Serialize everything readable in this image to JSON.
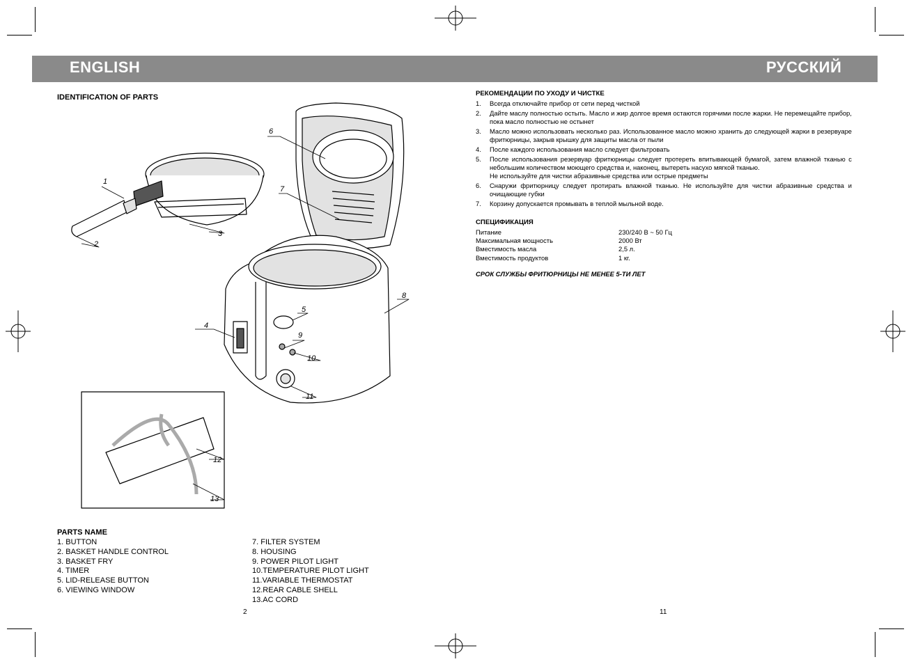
{
  "header": {
    "left_title": "ENGLISH",
    "right_title": "РУССКИЙ"
  },
  "identification": {
    "title": "IDENTIFICATION OF PARTS",
    "callouts": [
      "1",
      "2",
      "3",
      "4",
      "5",
      "6",
      "7",
      "8",
      "9",
      "10",
      "11",
      "12",
      "13"
    ]
  },
  "parts_name": {
    "title": "PARTS NAME",
    "col1": [
      "1. BUTTON",
      "2. BASKET HANDLE CONTROL",
      "3. BASKET FRY",
      "4. TIMER",
      "5. LID-RELEASE BUTTON",
      "6. VIEWING WINDOW"
    ],
    "col2": [
      "7. FILTER SYSTEM",
      "8. HOUSING",
      "9. POWER PILOT LIGHT",
      "10.TEMPERATURE PILOT LIGHT",
      "11.VARIABLE THERMOSTAT",
      "12.REAR CABLE SHELL",
      "13.AC CORD"
    ]
  },
  "care": {
    "title": "РЕКОМЕНДАЦИИ ПО УХОДУ И ЧИСТКЕ",
    "items": [
      {
        "num": "1.",
        "text": "Всегда отключайте прибор от сети перед чисткой"
      },
      {
        "num": "2.",
        "text": "Дайте маслу полностью остыть. Масло и жир долгое время остаются горячими после жарки. Не перемещайте прибор, пока масло полностью не остынет"
      },
      {
        "num": "3.",
        "text": "Масло можно использовать несколько раз. Использованное масло можно хранить до следующей жарки в резервуаре фритюрницы, закрыв крышку для защиты масла от пыли"
      },
      {
        "num": "4.",
        "text": "После каждого использования масло следует фильтровать"
      },
      {
        "num": "5.",
        "text": "После использования резервуар фритюрницы следует протереть впитывающей бумагой, затем влажной тканью с небольшим количеством моющего средства и, наконец, вытереть насухо мягкой тканью.",
        "extra": "Не используйте для чистки абразивные средства или острые предметы"
      },
      {
        "num": "6.",
        "text": "Снаружи фритюрницу следует протирать влажной тканью. Не используйте для чистки абразивные средства и очищающие губки"
      },
      {
        "num": "7.",
        "text": "Корзину допускается промывать в теплой мыльной воде."
      }
    ]
  },
  "spec": {
    "title": "СПЕЦИФИКАЦИЯ",
    "rows": [
      {
        "label": "Питание",
        "value": "230/240 В ~ 50 Гц"
      },
      {
        "label": "Максимальная мощность",
        "value": "2000 Вт"
      },
      {
        "label": "Вместимость масла",
        "value": "2,5 л."
      },
      {
        "label": "Вместимость продуктов",
        "value": "1 кг."
      }
    ]
  },
  "service_life": "СРОК СЛУЖБЫ ФРИТЮРНИЦЫ НЕ МЕНЕЕ 5-ТИ ЛЕТ",
  "page_numbers": {
    "left": "2",
    "right": "11"
  },
  "colors": {
    "header_bar": "#8a8a8a",
    "panel_fill": "#e2e2e2"
  }
}
